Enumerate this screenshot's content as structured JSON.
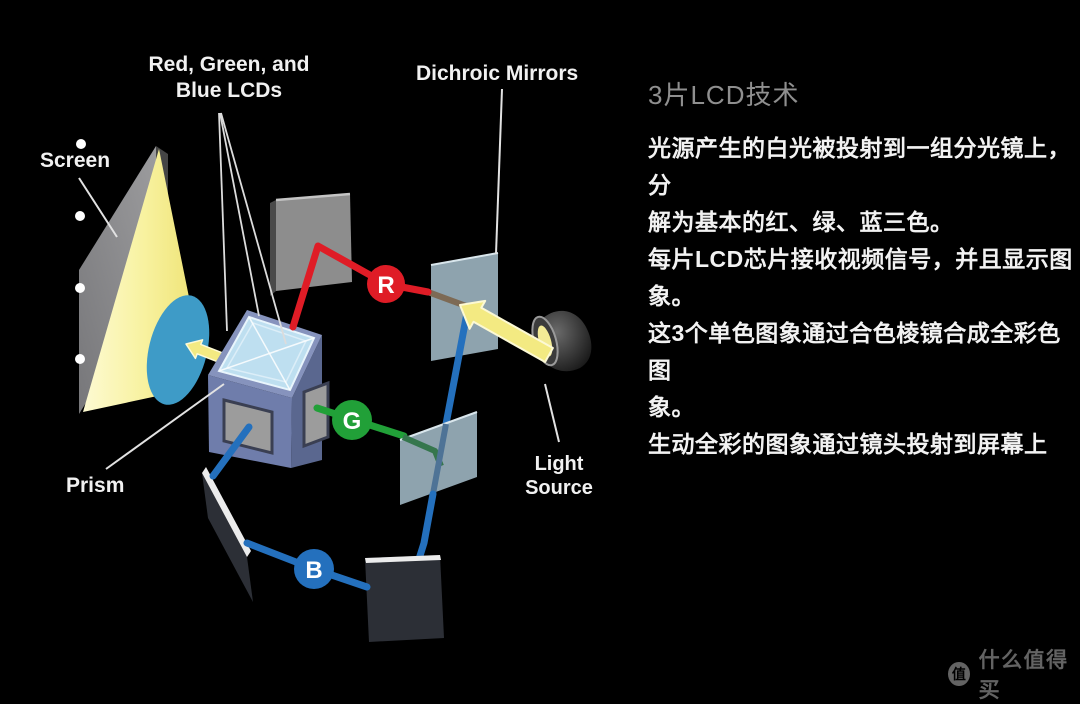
{
  "diagram": {
    "labels": {
      "lcds_line1": "Red, Green, and",
      "lcds_line2": "Blue LCDs",
      "dichroic": "Dichroic Mirrors",
      "screen": "Screen",
      "prism": "Prism",
      "light_line1": "Light",
      "light_line2": "Source"
    },
    "nodes": {
      "red": "R",
      "green": "G",
      "blue": "B"
    },
    "colors": {
      "red_beam": "#df1c26",
      "green_beam": "#21a038",
      "blue_beam": "#2470bd",
      "yellow_beam": "#f3ea82",
      "lens": "#3e9bc7",
      "mirror": "#a2bac6",
      "screen_gray": "#8f8f91",
      "title_gray": "#8f8f8f",
      "body_text": "#f2f2f2",
      "watermark": "#636363"
    }
  },
  "panel": {
    "title": "3片LCD技术",
    "paragraphs": [
      "光源产生的白光被投射到一组分光镜上，分\n解为基本的红、绿、蓝三色。",
      "每片LCD芯片接收视频信号，并且显示图\n象。",
      "这3个单色图象通过合色棱镜合成全彩色图\n象。",
      "生动全彩的图象通过镜头投射到屏幕上"
    ]
  },
  "watermark": {
    "logo_char": "值",
    "text": "什么值得买"
  }
}
